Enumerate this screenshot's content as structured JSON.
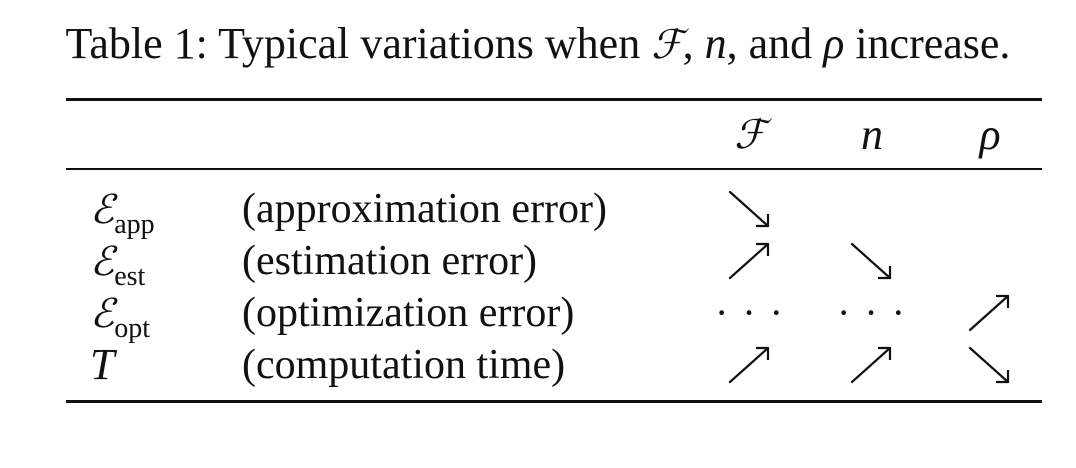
{
  "caption": {
    "prefix": "Table 1: Typical variations when ",
    "sym_F": "ℱ",
    "sep1": ", ",
    "sym_n": "n",
    "sep2": ", and ",
    "sym_rho": "ρ",
    "suffix": " increase."
  },
  "columns": {
    "F": "ℱ",
    "n": "n",
    "rho": "ρ"
  },
  "rows": [
    {
      "symbol_letter": "ℰ",
      "symbol_sub": "app",
      "description": "(approximation error)",
      "F": "down",
      "n": "",
      "rho": ""
    },
    {
      "symbol_letter": "ℰ",
      "symbol_sub": "est",
      "description": "(estimation error)",
      "F": "up",
      "n": "down",
      "rho": ""
    },
    {
      "symbol_letter": "ℰ",
      "symbol_sub": "opt",
      "description": "(optimization error)",
      "F": "· · ·",
      "n": "· · ·",
      "rho": "up"
    },
    {
      "symbol_letter": "T",
      "symbol_sub": "",
      "description": "(computation time)",
      "F": "up",
      "n": "up",
      "rho": "down"
    }
  ]
}
